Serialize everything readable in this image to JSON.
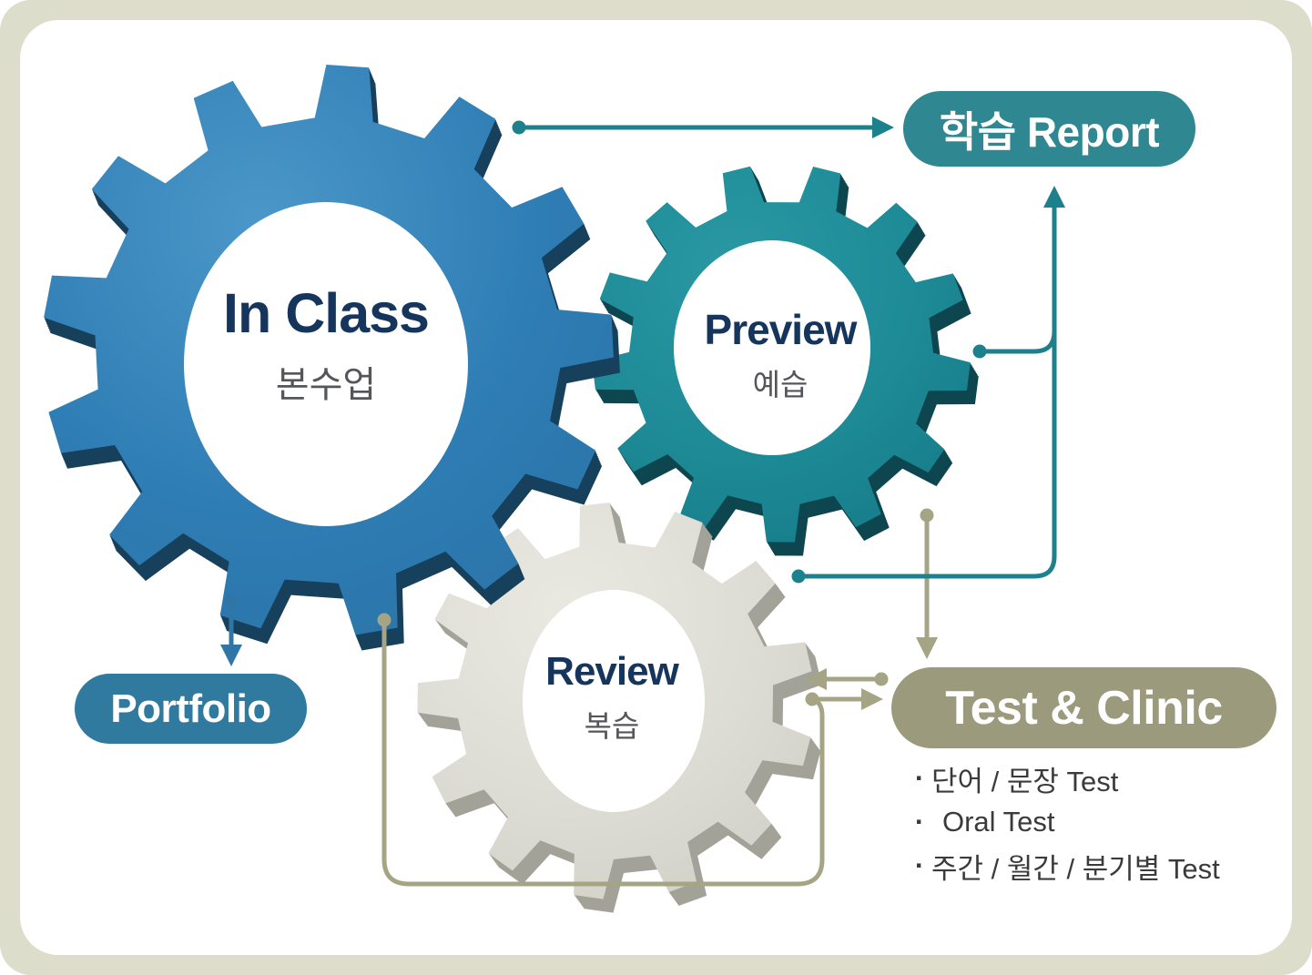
{
  "colors": {
    "frame": "#dcddca",
    "canvas": "#ffffff",
    "teal_line": "#1d808d",
    "olive_line": "#a5a586",
    "blue_arrow": "#2f76a6",
    "report_badge_bg": "#2f8791",
    "portfolio_badge_bg": "#30799f",
    "test_clinic_badge_bg": "#9b9a7d",
    "badge_text": "#ffffff",
    "gear_blue_light": "#4b97c9",
    "gear_blue": "#2e7db4",
    "gear_blue_dark": "#2a72a6",
    "gear_blue_side": "#17405c",
    "gear_teal_light": "#2a99a4",
    "gear_teal": "#1d8a96",
    "gear_teal_dark": "#157985",
    "gear_teal_side": "#0e4650",
    "gear_gray_light": "#e9e9e2",
    "gear_gray": "#dddcd4",
    "gear_gray_dark": "#cfcec5",
    "gear_gray_side": "#a2a299",
    "gear_title": "#16355d",
    "gear_subtitle": "#54565b",
    "list_text": "#3b3b3d"
  },
  "gears": {
    "in_class": {
      "title": "In Class",
      "subtitle": "본수업"
    },
    "preview": {
      "title": "Preview",
      "subtitle": "예습"
    },
    "review": {
      "title": "Review",
      "subtitle": "복습"
    }
  },
  "badges": {
    "report": "학습 Report",
    "portfolio": "Portfolio",
    "test_clinic": "Test & Clinic"
  },
  "test_clinic_list": {
    "bullet": "·",
    "items": [
      {
        "label": "단어 / 문장 Test"
      },
      {
        "label": "Oral Test"
      },
      {
        "label": "주간 / 월간 / 분기별 Test"
      }
    ]
  }
}
